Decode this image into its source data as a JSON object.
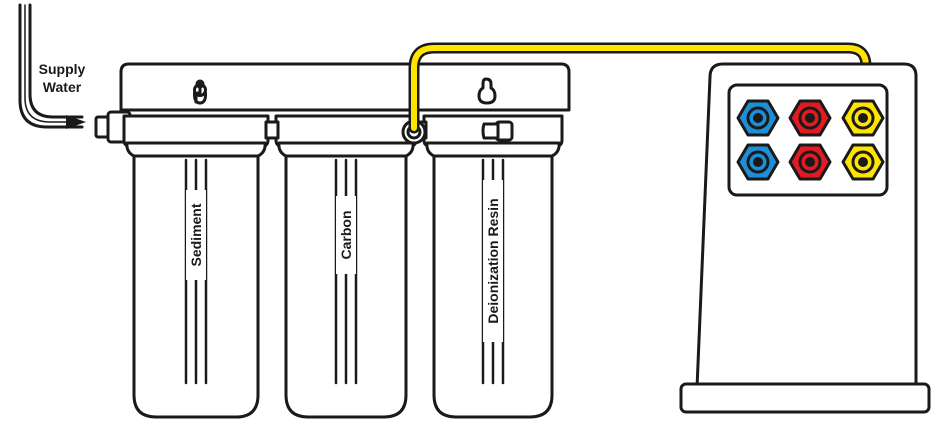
{
  "supply": {
    "line1": "Supply",
    "line2": "Water"
  },
  "filters": [
    {
      "label": "Sediment"
    },
    {
      "label": "Carbon"
    },
    {
      "label": "Deionization Resin"
    }
  ],
  "colors": {
    "outline": "#1a1a1a",
    "tube_yellow": "#ffe400",
    "fitting_blue": "#1e8fd6",
    "fitting_red": "#e01b22",
    "fitting_yellow": "#ffe400",
    "background": "#ffffff"
  },
  "icons": {
    "mount_hole": "keyhole-icon",
    "arrow": "flow-arrow-icon"
  }
}
